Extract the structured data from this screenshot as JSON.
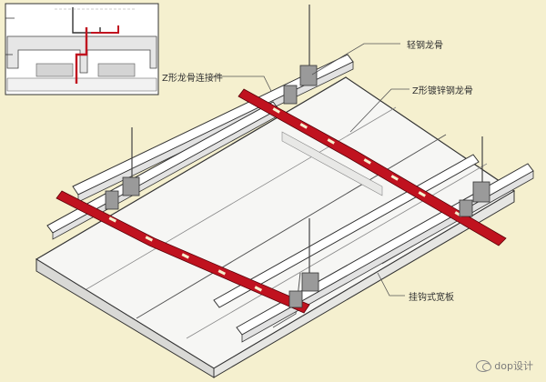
{
  "labels": {
    "light_steel_keel": "轻钢龙骨",
    "z_keel_connector": "Z形龙骨连接件",
    "z_galvanized_keel": "Z形镀锌钢龙骨",
    "hook_panel": "挂钩式宽板"
  },
  "watermark": {
    "text": "dop设计"
  },
  "colors": {
    "background": "#f5f0cf",
    "red_keel": "#c0121f",
    "panel": "#f4f4f2",
    "line": "#222222"
  }
}
